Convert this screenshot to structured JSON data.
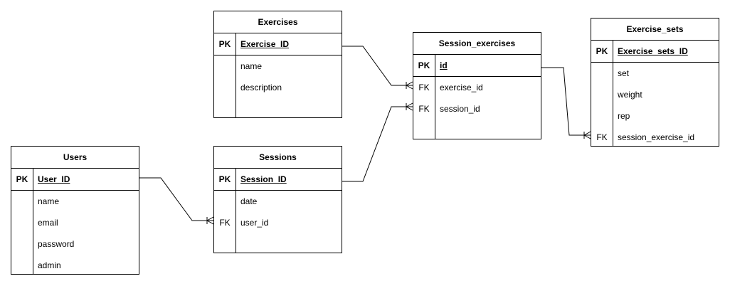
{
  "tables": {
    "exercises": {
      "title": "Exercises",
      "pk_label": "PK",
      "pk": "Exercise_ID",
      "fields": [
        "name",
        "description"
      ]
    },
    "session_exercises": {
      "title": "Session_exercises",
      "pk_label": "PK",
      "pk": "id",
      "fk_label": "FK",
      "fields": [
        "exercise_id",
        "session_id"
      ]
    },
    "exercise_sets": {
      "title": "Exercise_sets",
      "pk_label": "PK",
      "pk": "Exercise_sets_ID",
      "fk_label": "FK",
      "fields": [
        "set",
        "weight",
        "rep",
        "session_exercise_id"
      ]
    },
    "users": {
      "title": "Users",
      "pk_label": "PK",
      "pk": "User_ID",
      "fields": [
        "name",
        "email",
        "password",
        "admin"
      ]
    },
    "sessions": {
      "title": "Sessions",
      "pk_label": "PK",
      "pk": "Session_ID",
      "fk_label": "FK",
      "fields": [
        "date",
        "user_id"
      ]
    }
  },
  "relationships": [
    {
      "from": "Exercises.Exercise_ID",
      "to": "Session_exercises.exercise_id",
      "cardinality": "one-to-many"
    },
    {
      "from": "Sessions.Session_ID",
      "to": "Session_exercises.session_id",
      "cardinality": "one-to-many"
    },
    {
      "from": "Session_exercises.id",
      "to": "Exercise_sets.session_exercise_id",
      "cardinality": "one-to-many"
    },
    {
      "from": "Users.User_ID",
      "to": "Sessions.user_id",
      "cardinality": "one-to-many"
    }
  ]
}
